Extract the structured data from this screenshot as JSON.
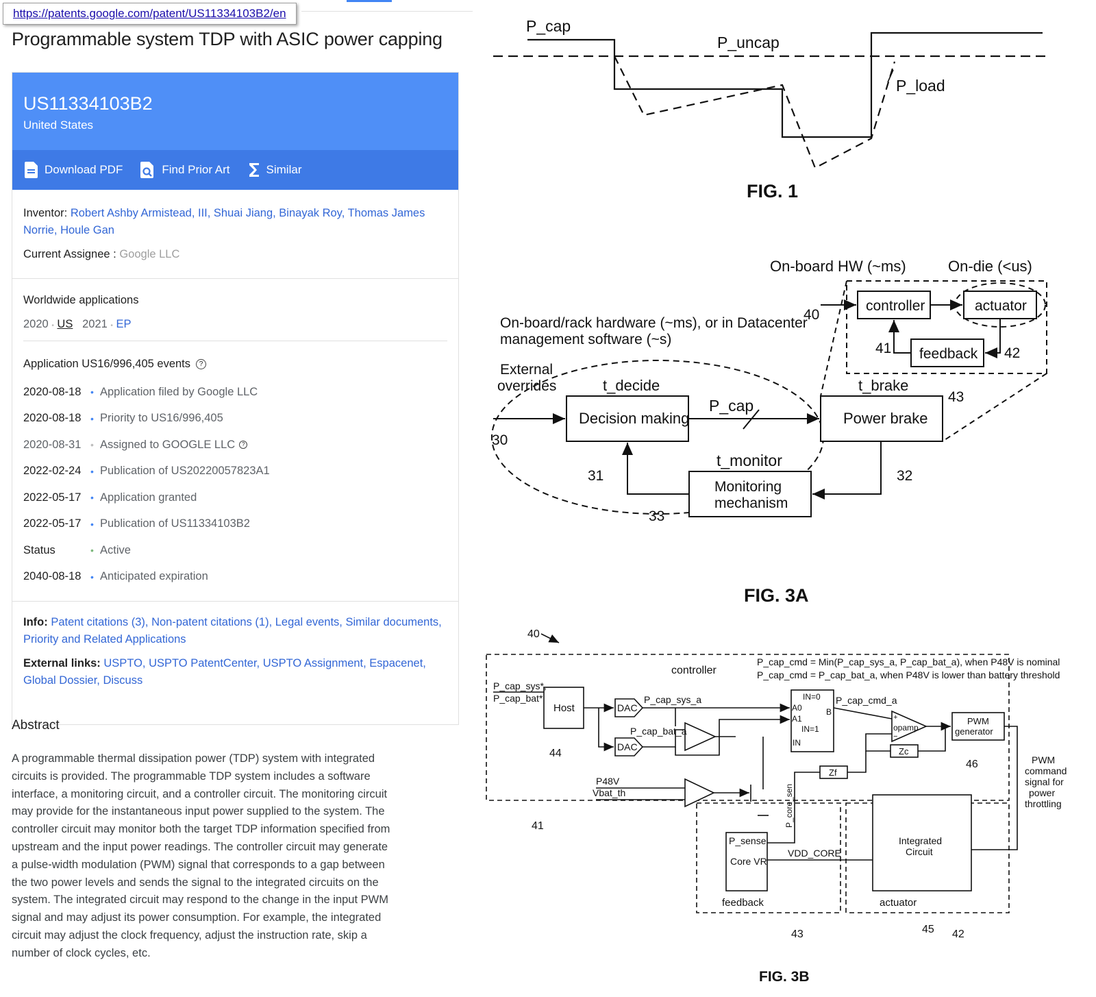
{
  "browser": {
    "url": "https://patents.google.com/patent/US11334103B2/en"
  },
  "patent": {
    "title": "Programmable system TDP with ASIC power capping",
    "number": "US11334103B2",
    "country": "United States",
    "actions": {
      "download": "Download PDF",
      "prior_art": "Find Prior Art",
      "similar": "Similar"
    },
    "inventor_label": "Inventor:",
    "inventors": "Robert Ashby Armistead, III, Shuai Jiang, Binayak Roy, Thomas James Norrie, Houle Gan",
    "assignee_label": "Current Assignee :",
    "assignee": "Google LLC",
    "worldwide_title": "Worldwide applications",
    "worldwide": [
      {
        "year": "2020",
        "code": "US"
      },
      {
        "year": "2021",
        "code": "EP"
      }
    ],
    "events_title": "Application US16/996,405 events",
    "events": [
      {
        "date": "2020-08-18",
        "desc": "Application filed by Google LLC"
      },
      {
        "date": "2020-08-18",
        "desc": "Priority to US16/996,405"
      },
      {
        "date": "2020-08-31",
        "desc": "Assigned to GOOGLE LLC"
      },
      {
        "date": "2022-02-24",
        "desc": "Publication of US20220057823A1"
      },
      {
        "date": "2022-05-17",
        "desc": "Application granted"
      },
      {
        "date": "2022-05-17",
        "desc": "Publication of US11334103B2"
      },
      {
        "date": "Status",
        "desc": "Active"
      },
      {
        "date": "2040-08-18",
        "desc": "Anticipated expiration"
      }
    ],
    "info_label": "Info:",
    "info_links": "Patent citations (3), Non-patent citations (1), Legal events, Similar documents, Priority and Related Applications",
    "external_label": "External links:",
    "external_links": "USPTO, USPTO PatentCenter, USPTO Assignment, Espacenet, Global Dossier, Discuss",
    "abstract_title": "Abstract",
    "abstract": "A programmable thermal dissipation power (TDP) system with integrated circuits is provided. The programmable TDP system includes a software interface, a monitoring circuit, and a controller circuit. The monitoring circuit may provide for the instantaneous input power supplied to the system. The controller circuit may monitor both the target TDP information specified from upstream and the input power readings. The controller circuit may generate a pulse-width modulation (PWM) signal that corresponds to a gap between the two power levels and sends the signal to the integrated circuits on the system. The integrated circuit may respond to the change in the input PWM signal and may adjust its power consumption. For example, the integrated circuit may adjust the clock frequency, adjust the instruction rate, skip a number of clock cycles, etc."
  },
  "fig1": {
    "caption": "FIG. 1",
    "p_cap": "P_cap",
    "p_uncap": "P_uncap",
    "p_load": "P_load"
  },
  "fig3a": {
    "caption": "FIG. 3A",
    "onboard_hw": "On-board HW (~ms)",
    "on_die": "On-die (<us)",
    "rack_line1": "On-board/rack hardware (~ms), or in Datacenter",
    "rack_line2": "management software (~s)",
    "ext_line1": "External",
    "ext_line2": "overrides",
    "t_decide": "t_decide",
    "decision": "Decision making",
    "p_cap": "P_cap",
    "t_brake": "t_brake",
    "brake": "Power brake",
    "t_monitor": "t_monitor",
    "mon_line1": "Monitoring",
    "mon_line2": "mechanism",
    "controller": "controller",
    "actuator": "actuator",
    "feedback": "feedback",
    "refs": {
      "r30": "30",
      "r31": "31",
      "r32": "32",
      "r33": "33",
      "r40": "40",
      "r41": "41",
      "r42": "42",
      "r43": "43"
    }
  },
  "fig3b": {
    "caption": "FIG. 3B",
    "ref40": "40",
    "controller": "controller",
    "eq1": "P_cap_cmd = Min(P_cap_sys_a, P_cap_bat_a), when  P48V is nominal",
    "eq2": "P_cap_cmd = P_cap_bat_a, when P48V is lower than battery threshold",
    "in_sys": "P_cap_sys*,",
    "in_bat": "P_cap_bat*",
    "host": "Host",
    "dac": "DAC",
    "sys_a": "P_cap_sys_a",
    "bat_a": "P_cap_bat_a",
    "cmd_a": "P_cap_cmd_a",
    "a0": "A0",
    "a1": "A1",
    "in0": "IN=0",
    "in1": "IN=1",
    "in": "IN",
    "b": "B",
    "opamp": "opamp",
    "plus": "+",
    "minus": "−",
    "zc": "Zc",
    "zf": "Zf",
    "pwm1": "PWM",
    "pwm2": "generator",
    "p48v": "P48V",
    "vbat": "Vbat_th",
    "p_core_sen": "P_core_sen",
    "p_sense": "P_sense",
    "core_vr": "Core VR",
    "vdd_core": "VDD_CORE",
    "ic1": "Integrated",
    "ic2": "Circuit",
    "feedback": "feedback",
    "actuator": "actuator",
    "pwm_note": [
      "PWM",
      "command",
      "signal for",
      "power",
      "throttling"
    ],
    "refs": {
      "r41": "41",
      "r42": "42",
      "r43": "43",
      "r44": "44",
      "r45": "45",
      "r46": "46"
    }
  }
}
